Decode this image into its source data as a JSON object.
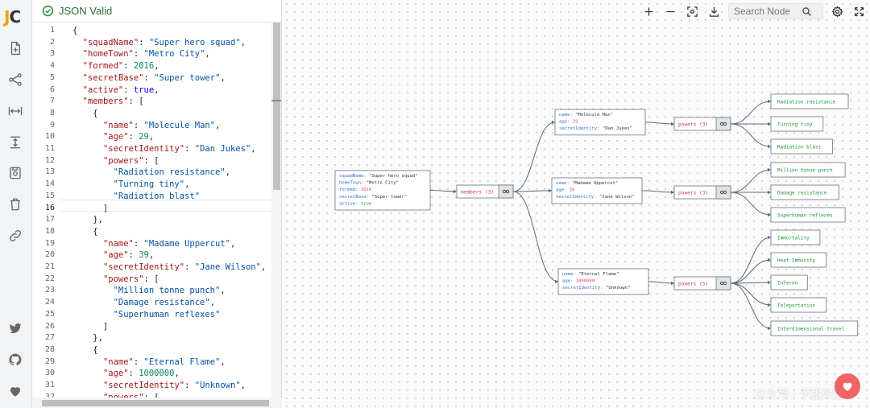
{
  "app": {
    "logo": "JC",
    "logo_first": "J",
    "logo_rest": "C"
  },
  "rail": [
    {
      "icon": "file-add-icon"
    },
    {
      "icon": "share-nodes-icon"
    },
    {
      "icon": "expand-horizontal-icon"
    },
    {
      "icon": "collapse-vertical-icon"
    },
    {
      "icon": "save-icon"
    },
    {
      "icon": "trash-icon"
    },
    {
      "icon": "link-icon"
    },
    {
      "icon": "twitter-icon"
    },
    {
      "icon": "github-icon"
    },
    {
      "icon": "heart-icon"
    }
  ],
  "editor": {
    "status": "JSON Valid",
    "current_line": 16,
    "lines": [
      [
        [
          "p",
          "{"
        ]
      ],
      [
        [
          "p",
          "  "
        ],
        [
          "k",
          "\"squadName\""
        ],
        [
          "p",
          ": "
        ],
        [
          "s",
          "\"Super hero squad\""
        ],
        [
          "p",
          ","
        ]
      ],
      [
        [
          "p",
          "  "
        ],
        [
          "k",
          "\"homeTown\""
        ],
        [
          "p",
          ": "
        ],
        [
          "s",
          "\"Metro City\""
        ],
        [
          "p",
          ","
        ]
      ],
      [
        [
          "p",
          "  "
        ],
        [
          "k",
          "\"formed\""
        ],
        [
          "p",
          ": "
        ],
        [
          "n",
          "2016"
        ],
        [
          "p",
          ","
        ]
      ],
      [
        [
          "p",
          "  "
        ],
        [
          "k",
          "\"secretBase\""
        ],
        [
          "p",
          ": "
        ],
        [
          "s",
          "\"Super tower\""
        ],
        [
          "p",
          ","
        ]
      ],
      [
        [
          "p",
          "  "
        ],
        [
          "k",
          "\"active\""
        ],
        [
          "p",
          ": "
        ],
        [
          "b",
          "true"
        ],
        [
          "p",
          ","
        ]
      ],
      [
        [
          "p",
          "  "
        ],
        [
          "k",
          "\"members\""
        ],
        [
          "p",
          ": ["
        ]
      ],
      [
        [
          "p",
          "    {"
        ]
      ],
      [
        [
          "p",
          "      "
        ],
        [
          "k",
          "\"name\""
        ],
        [
          "p",
          ": "
        ],
        [
          "s",
          "\"Molecule Man\""
        ],
        [
          "p",
          ","
        ]
      ],
      [
        [
          "p",
          "      "
        ],
        [
          "k",
          "\"age\""
        ],
        [
          "p",
          ": "
        ],
        [
          "n",
          "29"
        ],
        [
          "p",
          ","
        ]
      ],
      [
        [
          "p",
          "      "
        ],
        [
          "k",
          "\"secretIdentity\""
        ],
        [
          "p",
          ": "
        ],
        [
          "s",
          "\"Dan Jukes\""
        ],
        [
          "p",
          ","
        ]
      ],
      [
        [
          "p",
          "      "
        ],
        [
          "k",
          "\"powers\""
        ],
        [
          "p",
          ": ["
        ]
      ],
      [
        [
          "p",
          "        "
        ],
        [
          "s",
          "\"Radiation resistance\""
        ],
        [
          "p",
          ","
        ]
      ],
      [
        [
          "p",
          "        "
        ],
        [
          "s",
          "\"Turning tiny\""
        ],
        [
          "p",
          ","
        ]
      ],
      [
        [
          "p",
          "        "
        ],
        [
          "s",
          "\"Radiation blast\""
        ]
      ],
      [
        [
          "p",
          "      ]"
        ]
      ],
      [
        [
          "p",
          "    },"
        ]
      ],
      [
        [
          "p",
          "    {"
        ]
      ],
      [
        [
          "p",
          "      "
        ],
        [
          "k",
          "\"name\""
        ],
        [
          "p",
          ": "
        ],
        [
          "s",
          "\"Madame Uppercut\""
        ],
        [
          "p",
          ","
        ]
      ],
      [
        [
          "p",
          "      "
        ],
        [
          "k",
          "\"age\""
        ],
        [
          "p",
          ": "
        ],
        [
          "n",
          "39"
        ],
        [
          "p",
          ","
        ]
      ],
      [
        [
          "p",
          "      "
        ],
        [
          "k",
          "\"secretIdentity\""
        ],
        [
          "p",
          ": "
        ],
        [
          "s",
          "\"Jane Wilson\""
        ],
        [
          "p",
          ","
        ]
      ],
      [
        [
          "p",
          "      "
        ],
        [
          "k",
          "\"powers\""
        ],
        [
          "p",
          ": ["
        ]
      ],
      [
        [
          "p",
          "        "
        ],
        [
          "s",
          "\"Million tonne punch\""
        ],
        [
          "p",
          ","
        ]
      ],
      [
        [
          "p",
          "        "
        ],
        [
          "s",
          "\"Damage resistance\""
        ],
        [
          "p",
          ","
        ]
      ],
      [
        [
          "p",
          "        "
        ],
        [
          "s",
          "\"Superhuman reflexes\""
        ]
      ],
      [
        [
          "p",
          "      ]"
        ]
      ],
      [
        [
          "p",
          "    },"
        ]
      ],
      [
        [
          "p",
          "    {"
        ]
      ],
      [
        [
          "p",
          "      "
        ],
        [
          "k",
          "\"name\""
        ],
        [
          "p",
          ": "
        ],
        [
          "s",
          "\"Eternal Flame\""
        ],
        [
          "p",
          ","
        ]
      ],
      [
        [
          "p",
          "      "
        ],
        [
          "k",
          "\"age\""
        ],
        [
          "p",
          ": "
        ],
        [
          "n",
          "1000000"
        ],
        [
          "p",
          ","
        ]
      ],
      [
        [
          "p",
          "      "
        ],
        [
          "k",
          "\"secretIdentity\""
        ],
        [
          "p",
          ": "
        ],
        [
          "s",
          "\"Unknown\""
        ],
        [
          "p",
          ","
        ]
      ],
      [
        [
          "p",
          "      "
        ],
        [
          "k",
          "\"powers\""
        ],
        [
          "p",
          ": ["
        ]
      ]
    ]
  },
  "toolbar": {
    "search_placeholder": "Search Node",
    "buttons": [
      "zoom-in-icon",
      "zoom-out-icon",
      "focus-icon",
      "download-icon"
    ],
    "after": [
      "settings-icon",
      "fullscreen-icon"
    ]
  },
  "graph": {
    "colors": {
      "key": "#2f6fd6",
      "string": "#333333",
      "number": "#e0457b",
      "bool": "#1a9a3b",
      "array": "#d63384",
      "leaf": "#1a9a3b",
      "edge": "#5c6b7a"
    },
    "root": {
      "rows": [
        {
          "k": "squadName",
          "v": "\"Super hero squad\"",
          "t": "string"
        },
        {
          "k": "homeTown",
          "v": "\"Metro City\"",
          "t": "string"
        },
        {
          "k": "formed",
          "v": "2016",
          "t": "number"
        },
        {
          "k": "secretBase",
          "v": "\"Super tower\"",
          "t": "string"
        },
        {
          "k": "active",
          "v": "true",
          "t": "bool"
        }
      ]
    },
    "members_label": "members (3)",
    "members": [
      {
        "rows": [
          {
            "k": "name",
            "v": "\"Molecule Man\"",
            "t": "string"
          },
          {
            "k": "age",
            "v": "29",
            "t": "number"
          },
          {
            "k": "secretIdentity",
            "v": "\"Dan Jukes\"",
            "t": "string"
          }
        ],
        "powers_label": "powers (3)",
        "powers": [
          "Radiation resistance",
          "Turning tiny",
          "Radiation blast"
        ]
      },
      {
        "rows": [
          {
            "k": "name",
            "v": "\"Madame Uppercut\"",
            "t": "string"
          },
          {
            "k": "age",
            "v": "39",
            "t": "number"
          },
          {
            "k": "secretIdentity",
            "v": "\"Jane Wilson\"",
            "t": "string"
          }
        ],
        "powers_label": "powers (3)",
        "powers": [
          "Million tonne punch",
          "Damage resistance",
          "Superhuman reflexes"
        ]
      },
      {
        "rows": [
          {
            "k": "name",
            "v": "\"Eternal Flame\"",
            "t": "string"
          },
          {
            "k": "age",
            "v": "1000000",
            "t": "number"
          },
          {
            "k": "secretIdentity",
            "v": "\"Unknown\"",
            "t": "string"
          }
        ],
        "powers_label": "powers (5)",
        "powers": [
          "Immortality",
          "Heat Immunity",
          "Inferno",
          "Teleportation",
          "Interdimensional travel"
        ]
      }
    ]
  },
  "watermark": "公众号 · 予墨效远"
}
